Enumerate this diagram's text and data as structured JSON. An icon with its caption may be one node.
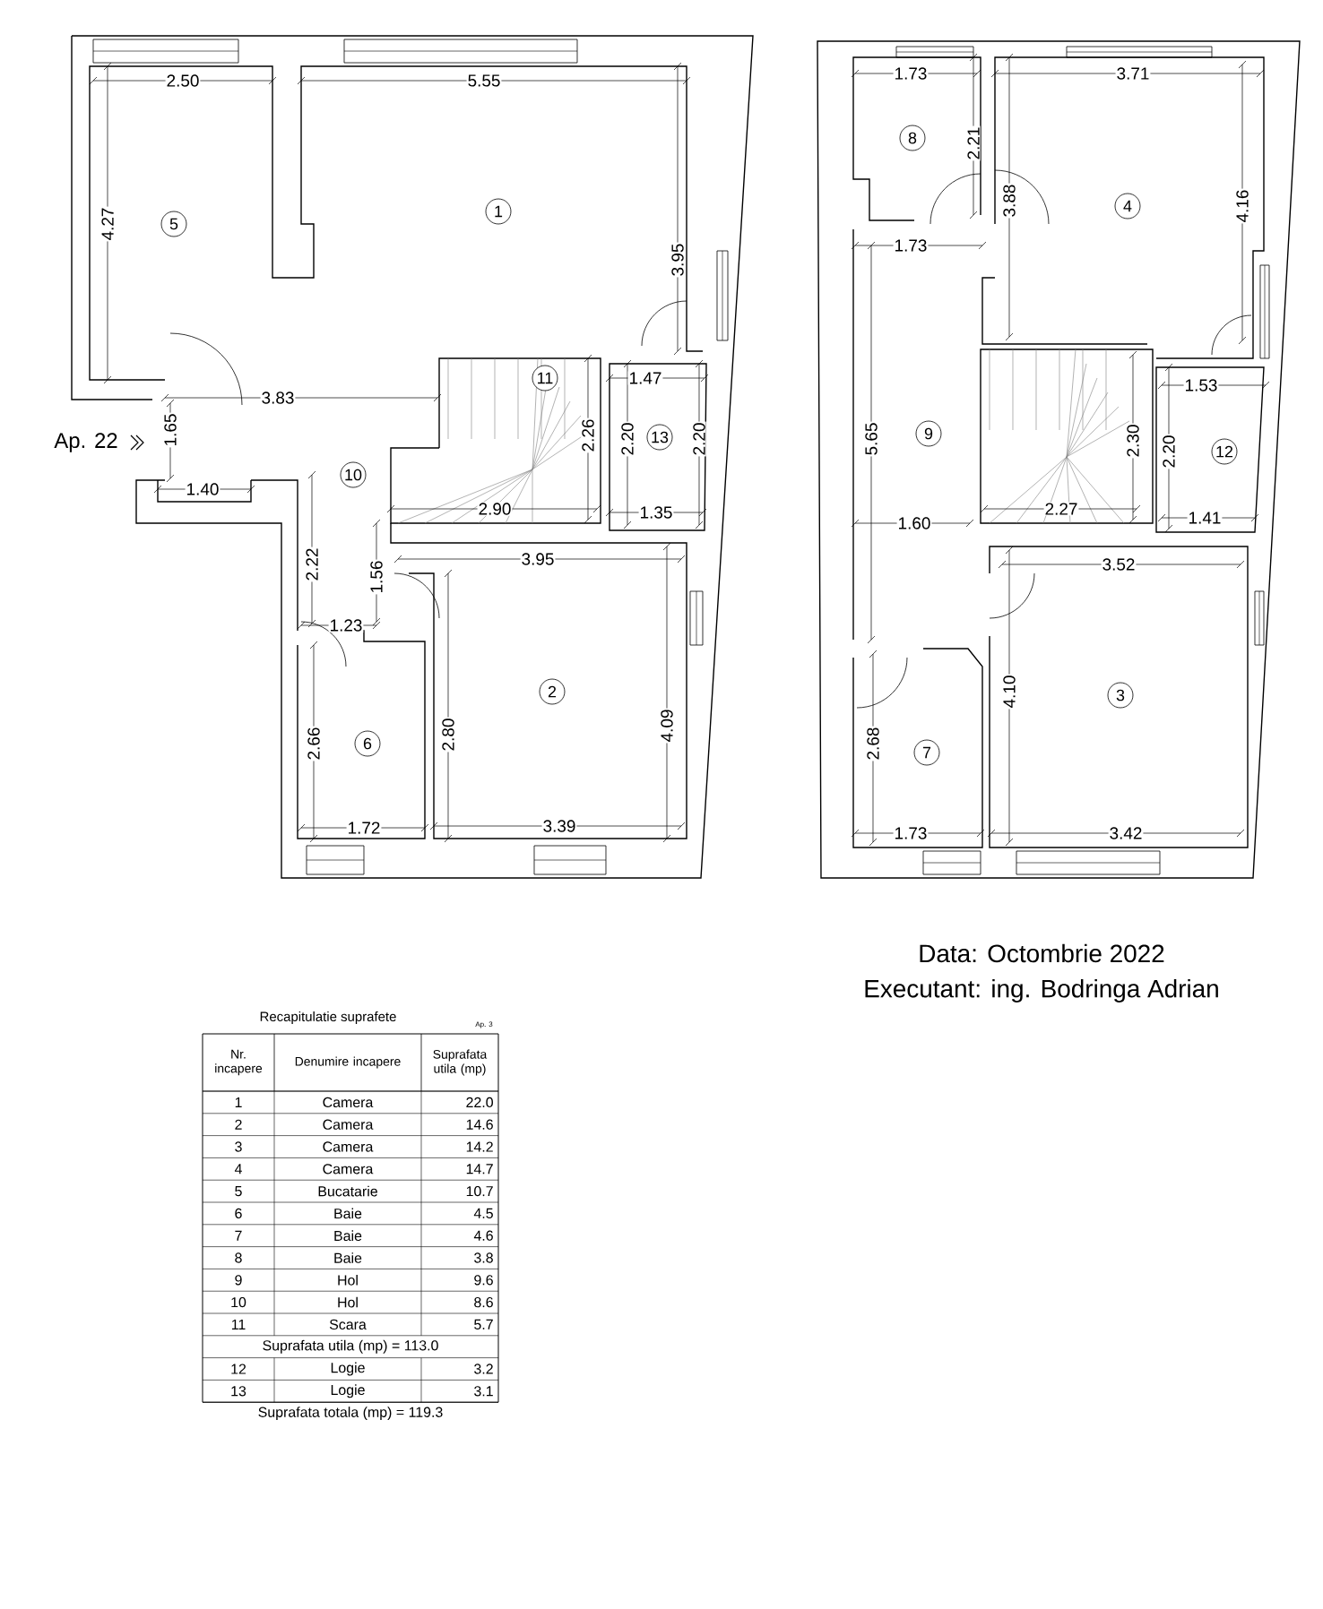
{
  "diagram": {
    "nodes": [
      {
        "text": [
          "5"
        ]
      },
      {
        "text": [
          "1"
        ]
      },
      {
        "text": [
          "11"
        ]
      },
      {
        "text": [
          "13"
        ]
      },
      {
        "text": [
          "10"
        ]
      },
      {
        "text": [
          "2"
        ]
      },
      {
        "text": [
          "6"
        ]
      },
      {
        "text": [
          "8"
        ]
      },
      {
        "text": [
          "4"
        ]
      },
      {
        "text": [
          "9"
        ]
      },
      {
        "text": [
          "12"
        ]
      },
      {
        "text": [
          "3"
        ]
      },
      {
        "text": [
          "7"
        ]
      }
    ],
    "labels": [
      "Ap. 22",
      "2.50",
      "5.55",
      "4.27",
      "3.95",
      "3.83",
      "1.47",
      "1.65",
      "2.26",
      "2.20",
      "2.20",
      "1.40",
      "2.90",
      "1.35",
      "2.22",
      "1.56",
      "3.95",
      "1.23",
      "2.80",
      "4.09",
      "2.66",
      "1.72",
      "3.39",
      "1.73",
      "3.71",
      "2.21",
      "3.88",
      "1.73",
      "4.16",
      "1.53",
      "5.65",
      "2.30",
      "2.20",
      "2.27",
      "1.60",
      "1.41",
      "3.52",
      "4.10",
      "2.68",
      "1.73",
      "3.42",
      "Recapitulatie suprafete",
      "Ap. 3",
      "Nr. incapere",
      "Denumire incapere",
      "Suprafata utila (mp)",
      "1",
      "Camera",
      "22.0",
      "2",
      "Camera",
      "14.6",
      "3",
      "Camera",
      "14.2",
      "4",
      "Camera",
      "14.7",
      "5",
      "Bucatarie",
      "10.7",
      "6",
      "Baie",
      "4.5",
      "7",
      "Baie",
      "4.6",
      "8",
      "Baie",
      "3.8",
      "9",
      "Hol",
      "9.6",
      "10",
      "Hol",
      "8.6",
      "11",
      "Scara",
      "5.7",
      "Suprafata utila (mp) = 113.0",
      "12",
      "Logie",
      "3.2",
      "13",
      "Logie",
      "3.1",
      "Suprafata totala (mp) = 119.3",
      "Data: Octombrie 2022",
      "Executant: ing. Bodringa Adrian"
    ]
  }
}
